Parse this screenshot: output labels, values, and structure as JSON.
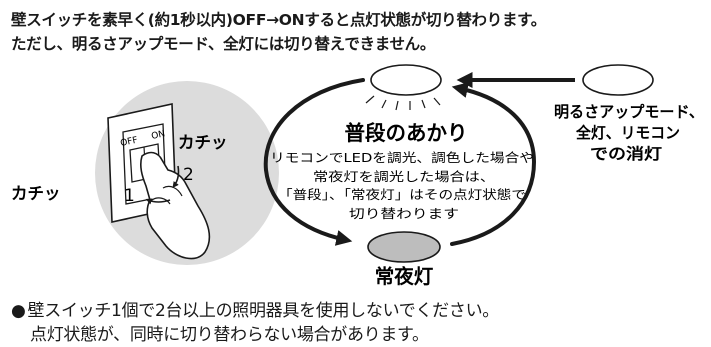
{
  "intro": {
    "line1": "壁スイッチを素早く(約1秒以内)OFF→ONすると点灯状態が切り替わります。",
    "line2": "ただし、明るさアップモード、全灯には切り替えできません。"
  },
  "switch_illustration": {
    "off_label": "OFF",
    "on_label": "ON",
    "click_right": "カチッ",
    "click_left": "カチッ",
    "step1": "1",
    "step2": "2"
  },
  "cycle": {
    "mode_title": "普段のあかり",
    "mode_desc": [
      "リモコンでLEDを調光、調色した場合や",
      "常夜灯を調光した場合は、",
      "「普段」、「常夜灯」はその点灯状態で",
      "切り替わります"
    ],
    "night_label": "常夜灯",
    "side_note": [
      "明るさアップモード、",
      "全灯、リモコン",
      "での消灯"
    ]
  },
  "note": {
    "bullet": "●",
    "line1": "壁スイッチ1個で2台以上の照明器具を使用しないでください。",
    "line2": "点灯状態が、同時に切り替わらない場合があります。"
  }
}
